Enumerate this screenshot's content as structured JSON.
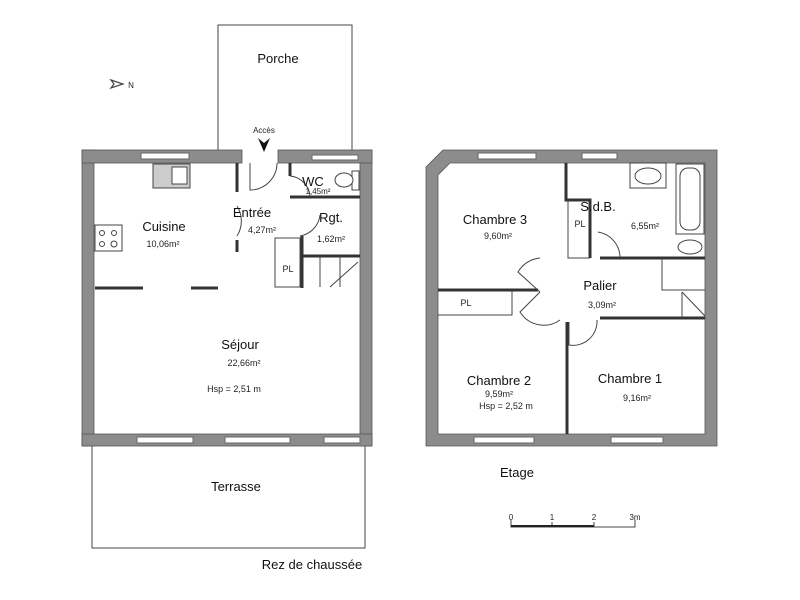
{
  "plan": {
    "north_label": "N",
    "ground_floor": {
      "title": "Rez de chaussée",
      "porch": "Porche",
      "access": "Accès",
      "terrace": "Terrasse",
      "rooms": {
        "cuisine": {
          "name": "Cuisine",
          "area": "10,06m²"
        },
        "entree": {
          "name": "Entrée",
          "area": "4,27m²"
        },
        "wc": {
          "name": "WC",
          "area": "1,45m²"
        },
        "rgt": {
          "name": "Rgt.",
          "area": "1,62m²"
        },
        "pl": {
          "name": "PL"
        },
        "sejour": {
          "name": "Séjour",
          "area": "22,66m²",
          "height": "Hsp = 2,51 m"
        }
      }
    },
    "upper_floor": {
      "title": "Etage",
      "rooms": {
        "chambre3": {
          "name": "Chambre 3",
          "area": "9,60m²"
        },
        "sdb": {
          "name": "S.d.B.",
          "area": "6,55m²"
        },
        "pl1": {
          "name": "PL"
        },
        "pl2": {
          "name": "PL"
        },
        "palier": {
          "name": "Palier",
          "area": "3,09m²"
        },
        "chambre2": {
          "name": "Chambre 2",
          "area": "9,59m²",
          "height": "Hsp = 2,52 m"
        },
        "chambre1": {
          "name": "Chambre 1",
          "area": "9,16m²"
        }
      }
    },
    "scale": {
      "ticks": [
        "0",
        "1",
        "2",
        "3m"
      ]
    }
  }
}
